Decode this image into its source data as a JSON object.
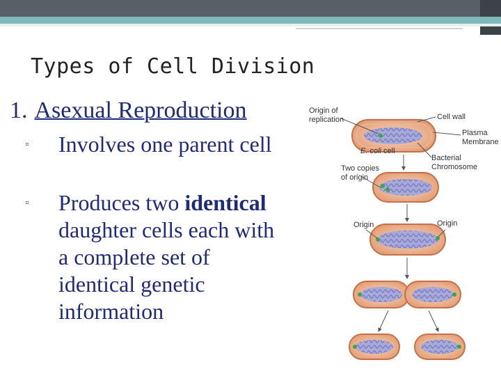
{
  "slide": {
    "title": "Types of Cell Division",
    "heading": {
      "number": "1.",
      "text": "Asexual Reproduction"
    },
    "bullets": [
      {
        "text": "Involves one parent cell"
      },
      {
        "pre": "Produces two ",
        "bold": "identical",
        "post": " daughter cells each with a complete set of identical genetic information"
      }
    ]
  },
  "figure": {
    "labels": {
      "origin_of_replication_1": "Origin of",
      "origin_of_replication_2": "replication",
      "cell_wall": "Cell wall",
      "plasma_membrane_1": "Plasma",
      "plasma_membrane_2": "Membrane",
      "ecoli_italic": "E. coli",
      "ecoli_rest": " cell",
      "bacterial_chromosome_1": "Bacterial",
      "bacterial_chromosome_2": "Chromosome",
      "two_copies_1": "Two copies",
      "two_copies_2": "of origin",
      "origin_left": "Origin",
      "origin_right": "Origin"
    }
  }
}
